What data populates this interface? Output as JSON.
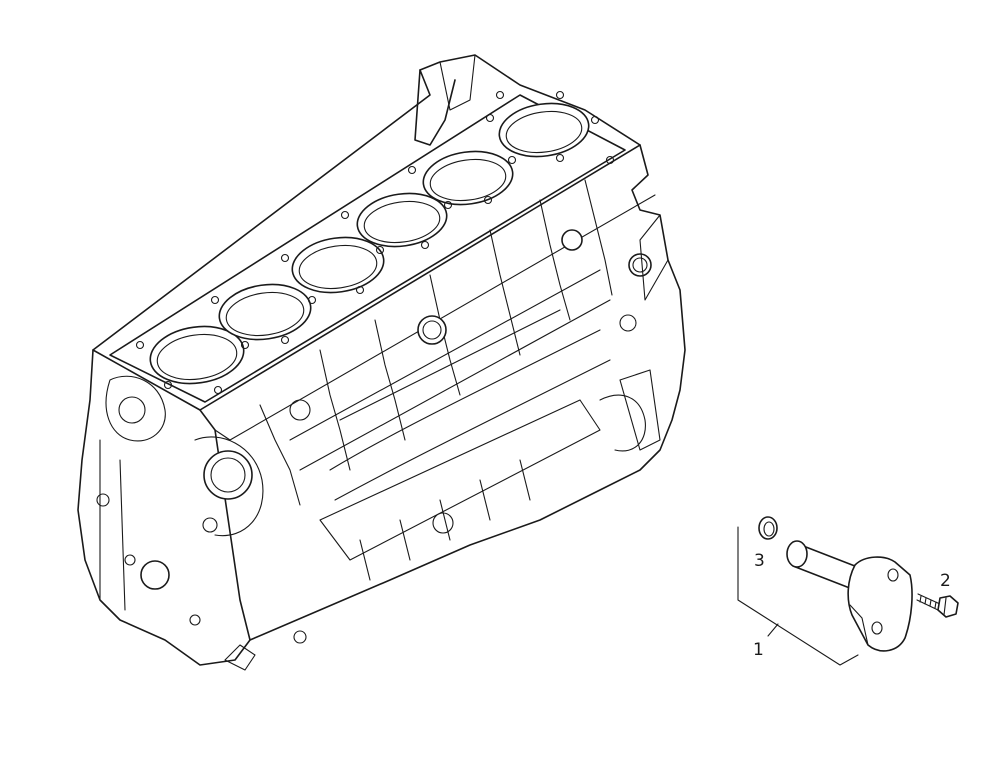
{
  "diagram": {
    "callouts": [
      {
        "id": "1",
        "text": "1"
      },
      {
        "id": "2",
        "text": "2"
      },
      {
        "id": "3",
        "text": "3"
      }
    ],
    "colors": {
      "stroke": "#1a1a1a",
      "background": "#ffffff"
    }
  }
}
